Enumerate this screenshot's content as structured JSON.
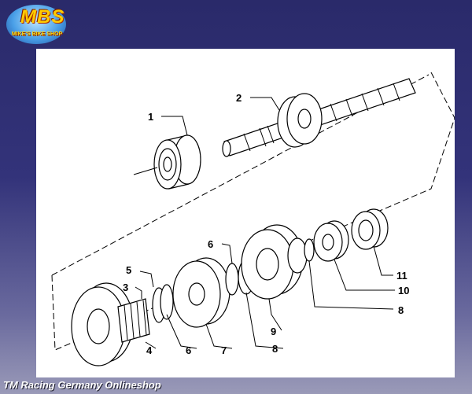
{
  "logo": {
    "main": "MBS",
    "sub": "MIKE'S BIKE SHOP"
  },
  "footer": {
    "text": "TM Racing Germany  Onlineshop"
  },
  "diagram": {
    "callouts": [
      "1",
      "2",
      "3",
      "4",
      "5",
      "6",
      "7",
      "8",
      "9",
      "6",
      "8",
      "10",
      "11"
    ]
  }
}
